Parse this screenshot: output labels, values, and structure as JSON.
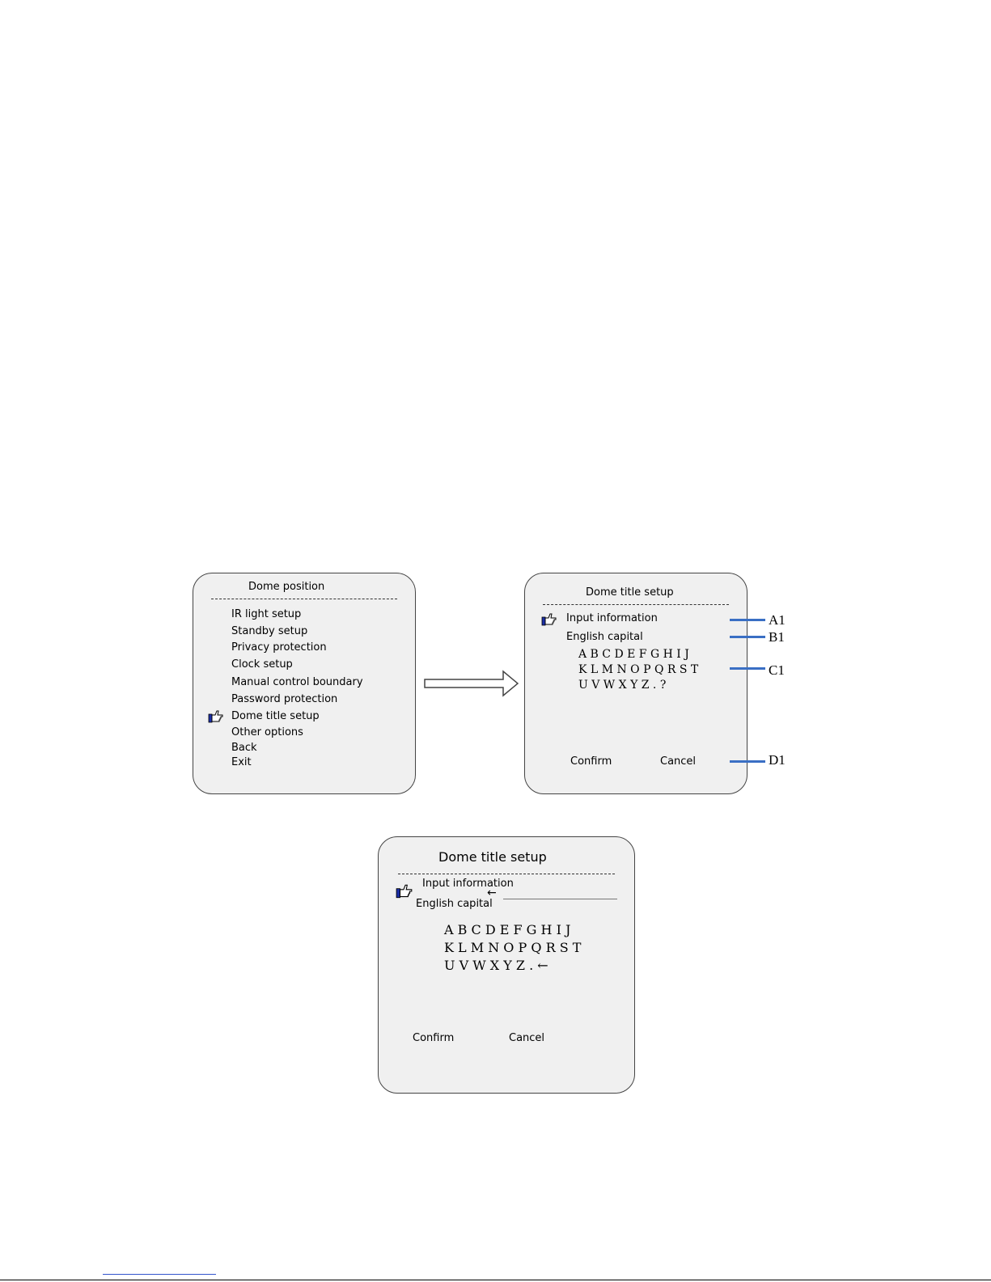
{
  "menu_panel": {
    "title": "Dome position",
    "items": [
      {
        "label": "IR light setup"
      },
      {
        "label": "Standby setup"
      },
      {
        "label": "Privacy protection"
      },
      {
        "label": "Clock setup"
      },
      {
        "label": "Manual control boundary"
      },
      {
        "label": "Password protection"
      },
      {
        "label": "Dome title setup",
        "selected": true
      },
      {
        "label": "Other options"
      },
      {
        "label": "Back"
      },
      {
        "label": "Exit"
      }
    ]
  },
  "title_panel": {
    "title": "Dome title setup",
    "input_label": "Input information",
    "mode_label": "English capital",
    "char_rows": [
      "A B C D  E F G H I  J",
      "K L M N O  P Q R S  T",
      "U V W X Y Z    . ?"
    ],
    "confirm": "Confirm",
    "cancel": "Cancel",
    "callouts": [
      "A1",
      "B1",
      "C1",
      "D1"
    ]
  },
  "title_panel_2": {
    "title": "Dome title setup",
    "input_label": "Input information",
    "input_arrow": "←",
    "mode_label": "English capital",
    "char_rows": [
      "A B C D  E F G H I  J",
      "K L M N O P Q R S T",
      "U V W X Y Z  .  ←"
    ],
    "confirm": "Confirm",
    "cancel": "Cancel"
  },
  "icons": {
    "pointer": "pointing-hand-icon",
    "arrow": "right-arrow-icon"
  }
}
